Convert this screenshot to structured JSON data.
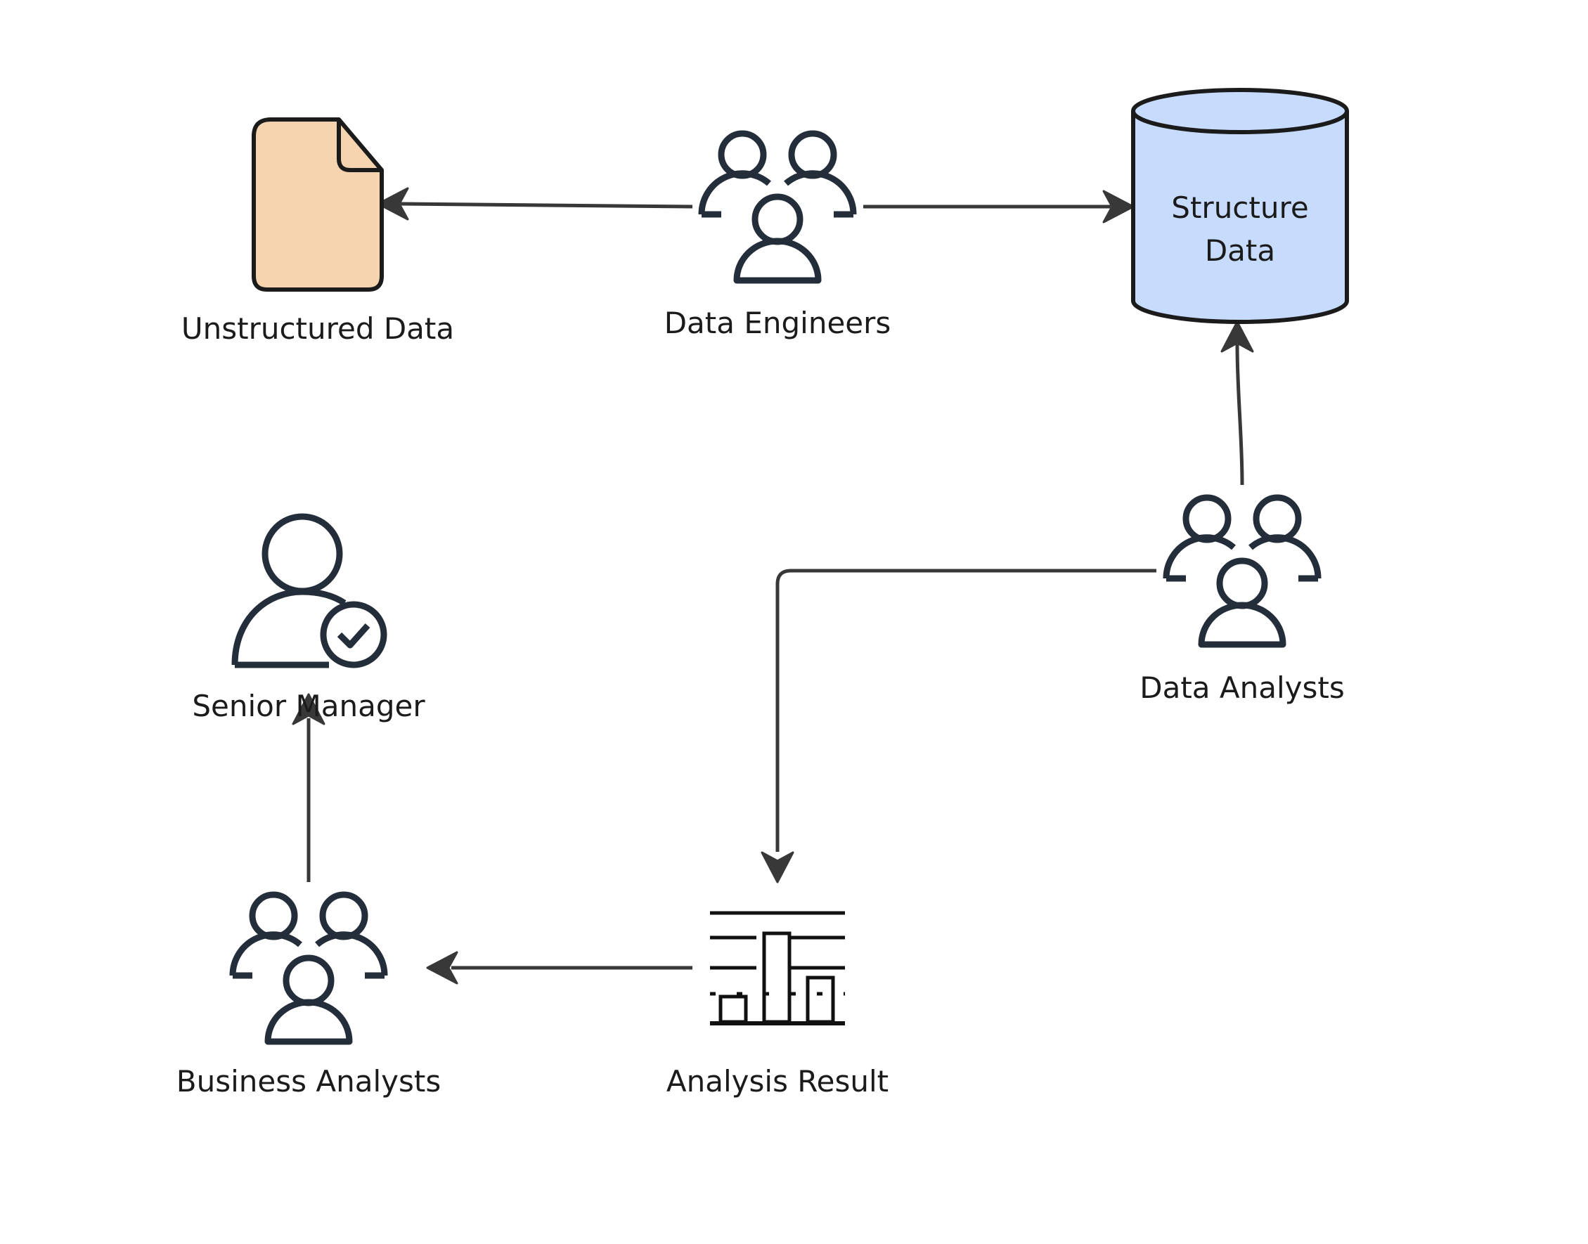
{
  "diagram": {
    "nodes": {
      "unstructured_data": {
        "label": "Unstructured Data",
        "icon": "document-icon",
        "fill": "#f6d4b0"
      },
      "data_engineers": {
        "label": "Data Engineers",
        "icon": "group-icon"
      },
      "structure_data": {
        "label_line1": "Structure",
        "label_line2": "Data",
        "icon": "database-cylinder-icon",
        "fill": "#c7dcfc"
      },
      "data_analysts": {
        "label": "Data Analysts",
        "icon": "group-icon"
      },
      "senior_manager": {
        "label": "Senior Manager",
        "icon": "user-check-icon"
      },
      "analysis_result": {
        "label": "Analysis Result",
        "icon": "bar-chart-icon"
      },
      "business_analysts": {
        "label": "Business Analysts",
        "icon": "group-icon"
      }
    },
    "edges": [
      {
        "from": "data_engineers",
        "to": "unstructured_data"
      },
      {
        "from": "data_engineers",
        "to": "structure_data"
      },
      {
        "from": "data_analysts",
        "to": "structure_data"
      },
      {
        "from": "data_analysts",
        "to": "analysis_result"
      },
      {
        "from": "analysis_result",
        "to": "business_analysts"
      },
      {
        "from": "business_analysts",
        "to": "senior_manager"
      }
    ],
    "colors": {
      "icon_stroke": "#242d3a",
      "arrow": "#383838",
      "text": "#1b1b1b"
    }
  }
}
